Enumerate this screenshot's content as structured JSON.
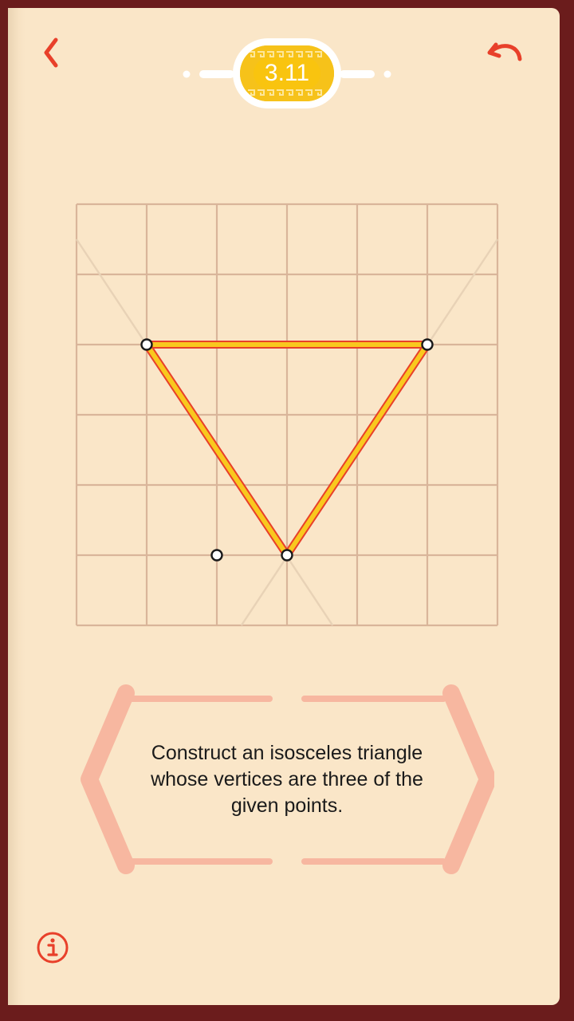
{
  "header": {
    "level": "3.11"
  },
  "icons": {
    "back": "chevron-left-icon",
    "undo": "undo-arrow-icon",
    "info": "info-circle-icon"
  },
  "puzzle": {
    "instruction": "Construct an isosceles triangle whose vertices are three of the given points.",
    "grid": {
      "columns": 6,
      "rows": 6
    },
    "points": [
      {
        "col": 1,
        "row": 2
      },
      {
        "col": 5,
        "row": 2
      },
      {
        "col": 2,
        "row": 5
      },
      {
        "col": 3,
        "row": 5
      }
    ],
    "guide_lines": [
      {
        "from": {
          "col": 0,
          "row": 0.5
        },
        "to": {
          "col": 3.65,
          "row": 6
        }
      },
      {
        "from": {
          "col": 6,
          "row": 0.5
        },
        "to": {
          "col": 2.35,
          "row": 6
        }
      }
    ],
    "segments": [
      {
        "from": {
          "col": 1,
          "row": 2
        },
        "to": {
          "col": 5,
          "row": 2
        }
      },
      {
        "from": {
          "col": 1,
          "row": 2
        },
        "to": {
          "col": 3,
          "row": 5
        }
      },
      {
        "from": {
          "col": 5,
          "row": 2
        },
        "to": {
          "col": 3,
          "row": 5
        }
      }
    ]
  },
  "colors": {
    "page": "#fae6c8",
    "grid": "#d9b59a",
    "guide": "#e8d2b6",
    "segment_fill": "#f9c81e",
    "segment_edge": "#e8402a",
    "accent_red": "#e8402a",
    "panel": "#f7b7a0",
    "badge": "#f6c21a"
  }
}
